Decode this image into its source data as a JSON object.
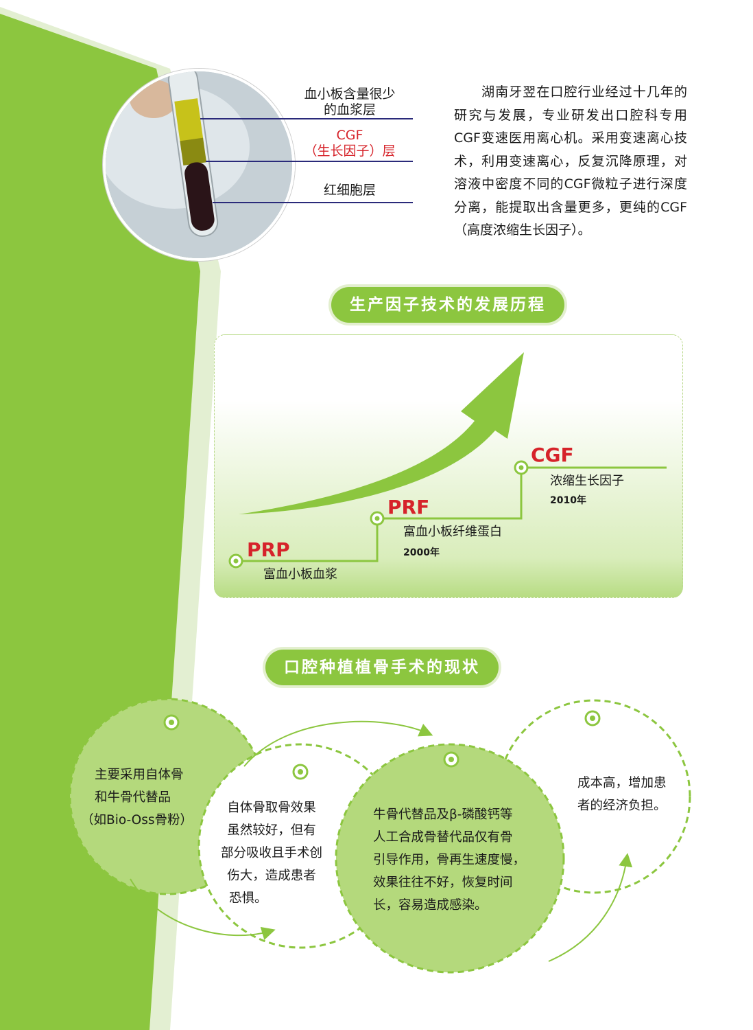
{
  "colors": {
    "brand_green": "#8cc63f",
    "light_green": "#b4d97c",
    "accent_red": "#d6232a",
    "line_blue": "#2a2a7a"
  },
  "tube_labels": {
    "plasma": [
      "血小板含量很少",
      "的血浆层"
    ],
    "cgf": [
      "CGF",
      "（生长因子）层"
    ],
    "rbc": [
      "红细胞层"
    ]
  },
  "intro_text": "　　湖南牙翌在口腔行业经过十几年的研究与发展，专业研发出口腔科专用CGF变速医用离心机。采用变速离心技术，利用变速离心，反复沉降原理，对溶液中密度不同的CGF微粒子进行深度分离，能提取出含量更多，更纯的CGF（高度浓缩生长因子）。",
  "section1_title": "生产因子技术的发展历程",
  "timeline": [
    {
      "name": "PRP",
      "desc": "富血小板血浆",
      "year": ""
    },
    {
      "name": "PRF",
      "desc": "富血小板纤维蛋白",
      "year": "2000年"
    },
    {
      "name": "CGF",
      "desc": "浓缩生长因子",
      "year": "2010年"
    }
  ],
  "section2_title": "口腔种植植骨手术的现状",
  "circles": [
    {
      "lines": [
        "主要采用自体骨",
        "和牛骨代替品",
        "（如Bio-Oss骨粉）"
      ]
    },
    {
      "lines": [
        "自体骨取骨效果",
        "虽然较好，但有",
        "部分吸收且手术创",
        "伤大，造成患者",
        "恐惧。"
      ]
    },
    {
      "lines": [
        "牛骨代替品及β-磷酸钙等",
        "人工合成骨替代品仅有骨",
        "引导作用，骨再生速度慢，",
        "效果往往不好，恢复时间",
        "长，容易造成感染。"
      ]
    },
    {
      "lines": [
        "成本高，增加患",
        "者的经济负担。"
      ]
    }
  ]
}
